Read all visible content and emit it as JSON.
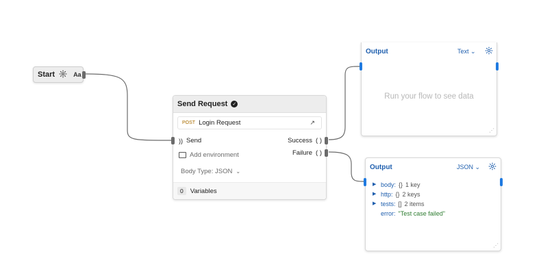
{
  "start_node": {
    "title": "Start",
    "settings_icon": "gear-icon",
    "type_badge": "Aa"
  },
  "send_request": {
    "title": "Send Request",
    "status_icon": "check-circle-icon",
    "method": "POST",
    "request_name": "Login Request",
    "open_icon": "arrow-up-right-icon",
    "send_label": "Send",
    "success_label": "Success",
    "success_glyph": "( )",
    "failure_label": "Failure",
    "failure_glyph": "( )",
    "add_environment": "Add environment",
    "body_type": "Body Type: JSON",
    "variables_count": "0",
    "variables_label": "Variables"
  },
  "output_text": {
    "title": "Output",
    "format": "Text",
    "empty_message": "Run your flow to see data"
  },
  "output_json": {
    "title": "Output",
    "format": "JSON",
    "tree": [
      {
        "key": "body:",
        "bracket": "{}",
        "summary": "1 key"
      },
      {
        "key": "http:",
        "bracket": "{}",
        "summary": "2 keys"
      },
      {
        "key": "tests:",
        "bracket": "[]",
        "summary": "2 items"
      }
    ],
    "error_key": "error:",
    "error_value": "\"Test case failed\""
  },
  "colors": {
    "accent": "#1f5fae",
    "port_blue": "#1f7ae0",
    "wire": "#6b6b6b"
  }
}
